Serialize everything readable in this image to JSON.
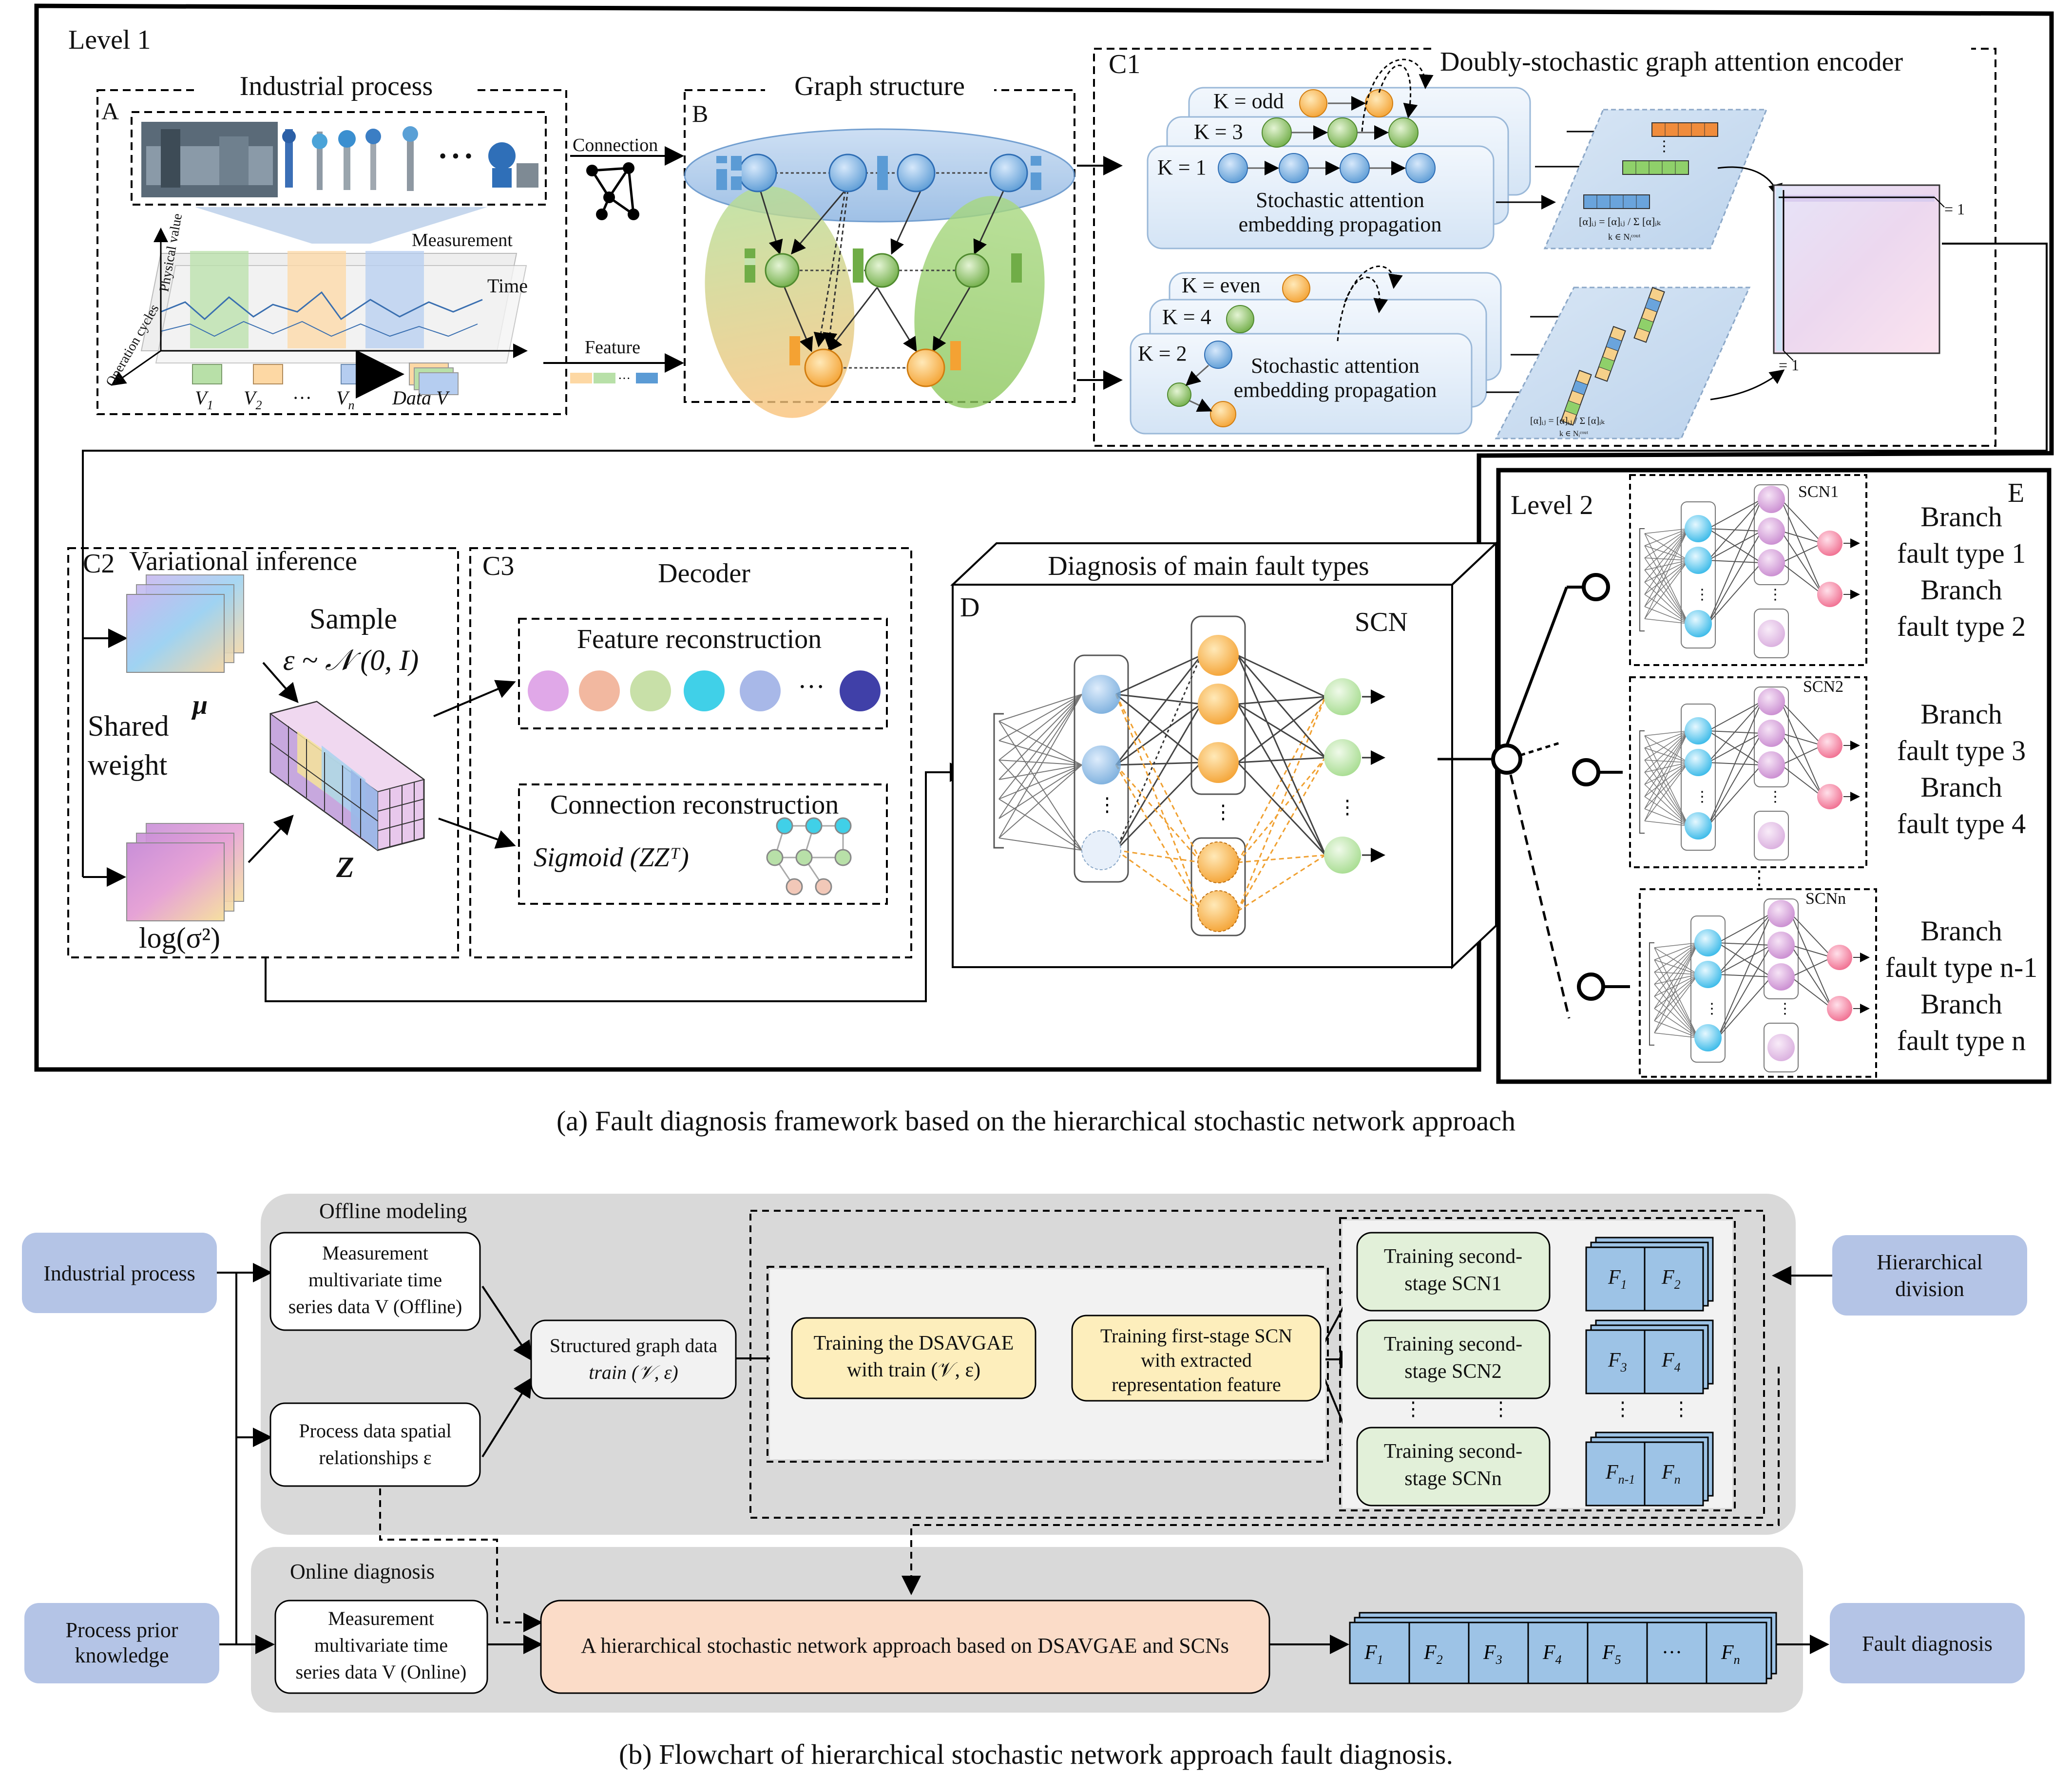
{
  "part_a": {
    "level1": "Level 1",
    "level2": "Level 2",
    "A": {
      "letter": "A",
      "title": "Industrial process",
      "measurement": "Measurement",
      "time": "Time",
      "physical_value": "Physical value",
      "operation_cycles": "Operation cycles",
      "v1": "V",
      "v1s": "1",
      "v2": "V",
      "v2s": "2",
      "dots": "···",
      "vn": "V",
      "vns": "n",
      "datav": "Data V",
      "ellipsis": "• • •"
    },
    "connection_label": "Connection",
    "feature_label": "Feature",
    "B": {
      "letter": "B",
      "title": "Graph structure"
    },
    "C1": {
      "letter": "C1",
      "title": "Doubly-stochastic graph attention encoder",
      "k_odd": "K = odd",
      "k3": "K = 3",
      "k1": "K = 1",
      "k_even": "K = even",
      "k4": "K = 4",
      "k2": "K = 2",
      "prop_line1": "Stochastic attention",
      "prop_line2": "embedding propagation",
      "formula": "[α]ᵢⱼ = [α]ᵢⱼ / Σ [α]ᵢₖ",
      "formula_sub": "k ∈ Nᵢᶜᵒᵘᵗ",
      "eq1": "= 1",
      "eq1b": "= 1"
    },
    "C2": {
      "letter": "C2",
      "title": "Variational inference",
      "sample": "Sample",
      "epsilon": "ε ~ 𝒩 (0, I)",
      "mu": "μ",
      "shared1": "Shared",
      "shared2": "weight",
      "logsigma": "log(σ²)",
      "z": "Z"
    },
    "C3": {
      "letter": "C3",
      "title": "Decoder",
      "feature_recon": "Feature reconstruction",
      "dots": "···",
      "conn_recon": "Connection reconstruction",
      "sigmoid": "Sigmoid (ZZᵀ)"
    },
    "D": {
      "letter": "D",
      "title": "Diagnosis of main fault types",
      "scn": "SCN"
    },
    "E": {
      "letter": "E",
      "scn1": "SCN1",
      "scn2": "SCN2",
      "scnn": "SCNn",
      "branches": [
        [
          "Branch",
          "fault type 1"
        ],
        [
          "Branch",
          "fault type 2"
        ],
        [
          "Branch",
          "fault type 3"
        ],
        [
          "Branch",
          "fault type 4"
        ],
        [
          "Branch",
          "fault type n-1"
        ],
        [
          "Branch",
          "fault type n"
        ]
      ]
    },
    "caption": "(a) Fault diagnosis framework based on the hierarchical stochastic network approach"
  },
  "part_b": {
    "offline_label": "Offline modeling",
    "online_label": "Online diagnosis",
    "industrial_process": "Industrial process",
    "process_prior_1": "Process prior",
    "process_prior_2": "knowledge",
    "hier_1": "Hierarchical",
    "hier_2": "division",
    "meas_off": [
      "Measurement",
      "multivariate time",
      "series data V (Offline)"
    ],
    "spatial": [
      "Process data spatial",
      "relationships ε"
    ],
    "structured": [
      "Structured graph data",
      "train (𝒱, ε)"
    ],
    "train_dsavgae": [
      "Training the DSAVGAE",
      "with train (𝒱, ε)"
    ],
    "train_first": [
      "Training first-stage SCN",
      "with extracted",
      "representation feature"
    ],
    "scn_second": [
      [
        "Training second-",
        "stage SCN1"
      ],
      [
        "Training second-",
        "stage SCN2"
      ],
      [
        "Training second-",
        "stage SCNn"
      ]
    ],
    "f_pairs": [
      [
        "F",
        "1",
        "F",
        "2"
      ],
      [
        "F",
        "3",
        "F",
        "4"
      ],
      [
        "F",
        "n-1",
        "F",
        "n"
      ]
    ],
    "meas_on": [
      "Measurement",
      "multivariate time",
      "series data V (Online)"
    ],
    "approach": "A hierarchical stochastic network approach based on DSAVGAE and SCNs",
    "f_row": [
      [
        "F",
        "1"
      ],
      [
        "F",
        "2"
      ],
      [
        "F",
        "3"
      ],
      [
        "F",
        "4"
      ],
      [
        "F",
        "5"
      ],
      [
        "···",
        ""
      ],
      [
        "F",
        "n"
      ]
    ],
    "fault_diagnosis": "Fault diagnosis",
    "caption": "(b) Flowchart of hierarchical stochastic network approach fault diagnosis."
  },
  "colors": {
    "blue_box": "#b4c4e6",
    "yellow_box": "#fdeebc",
    "green_box": "#e2f0d9",
    "orange_box": "#fbdcc8",
    "gray_panel": "#d9d9d9",
    "cell_blue": "#9dc3e6"
  }
}
